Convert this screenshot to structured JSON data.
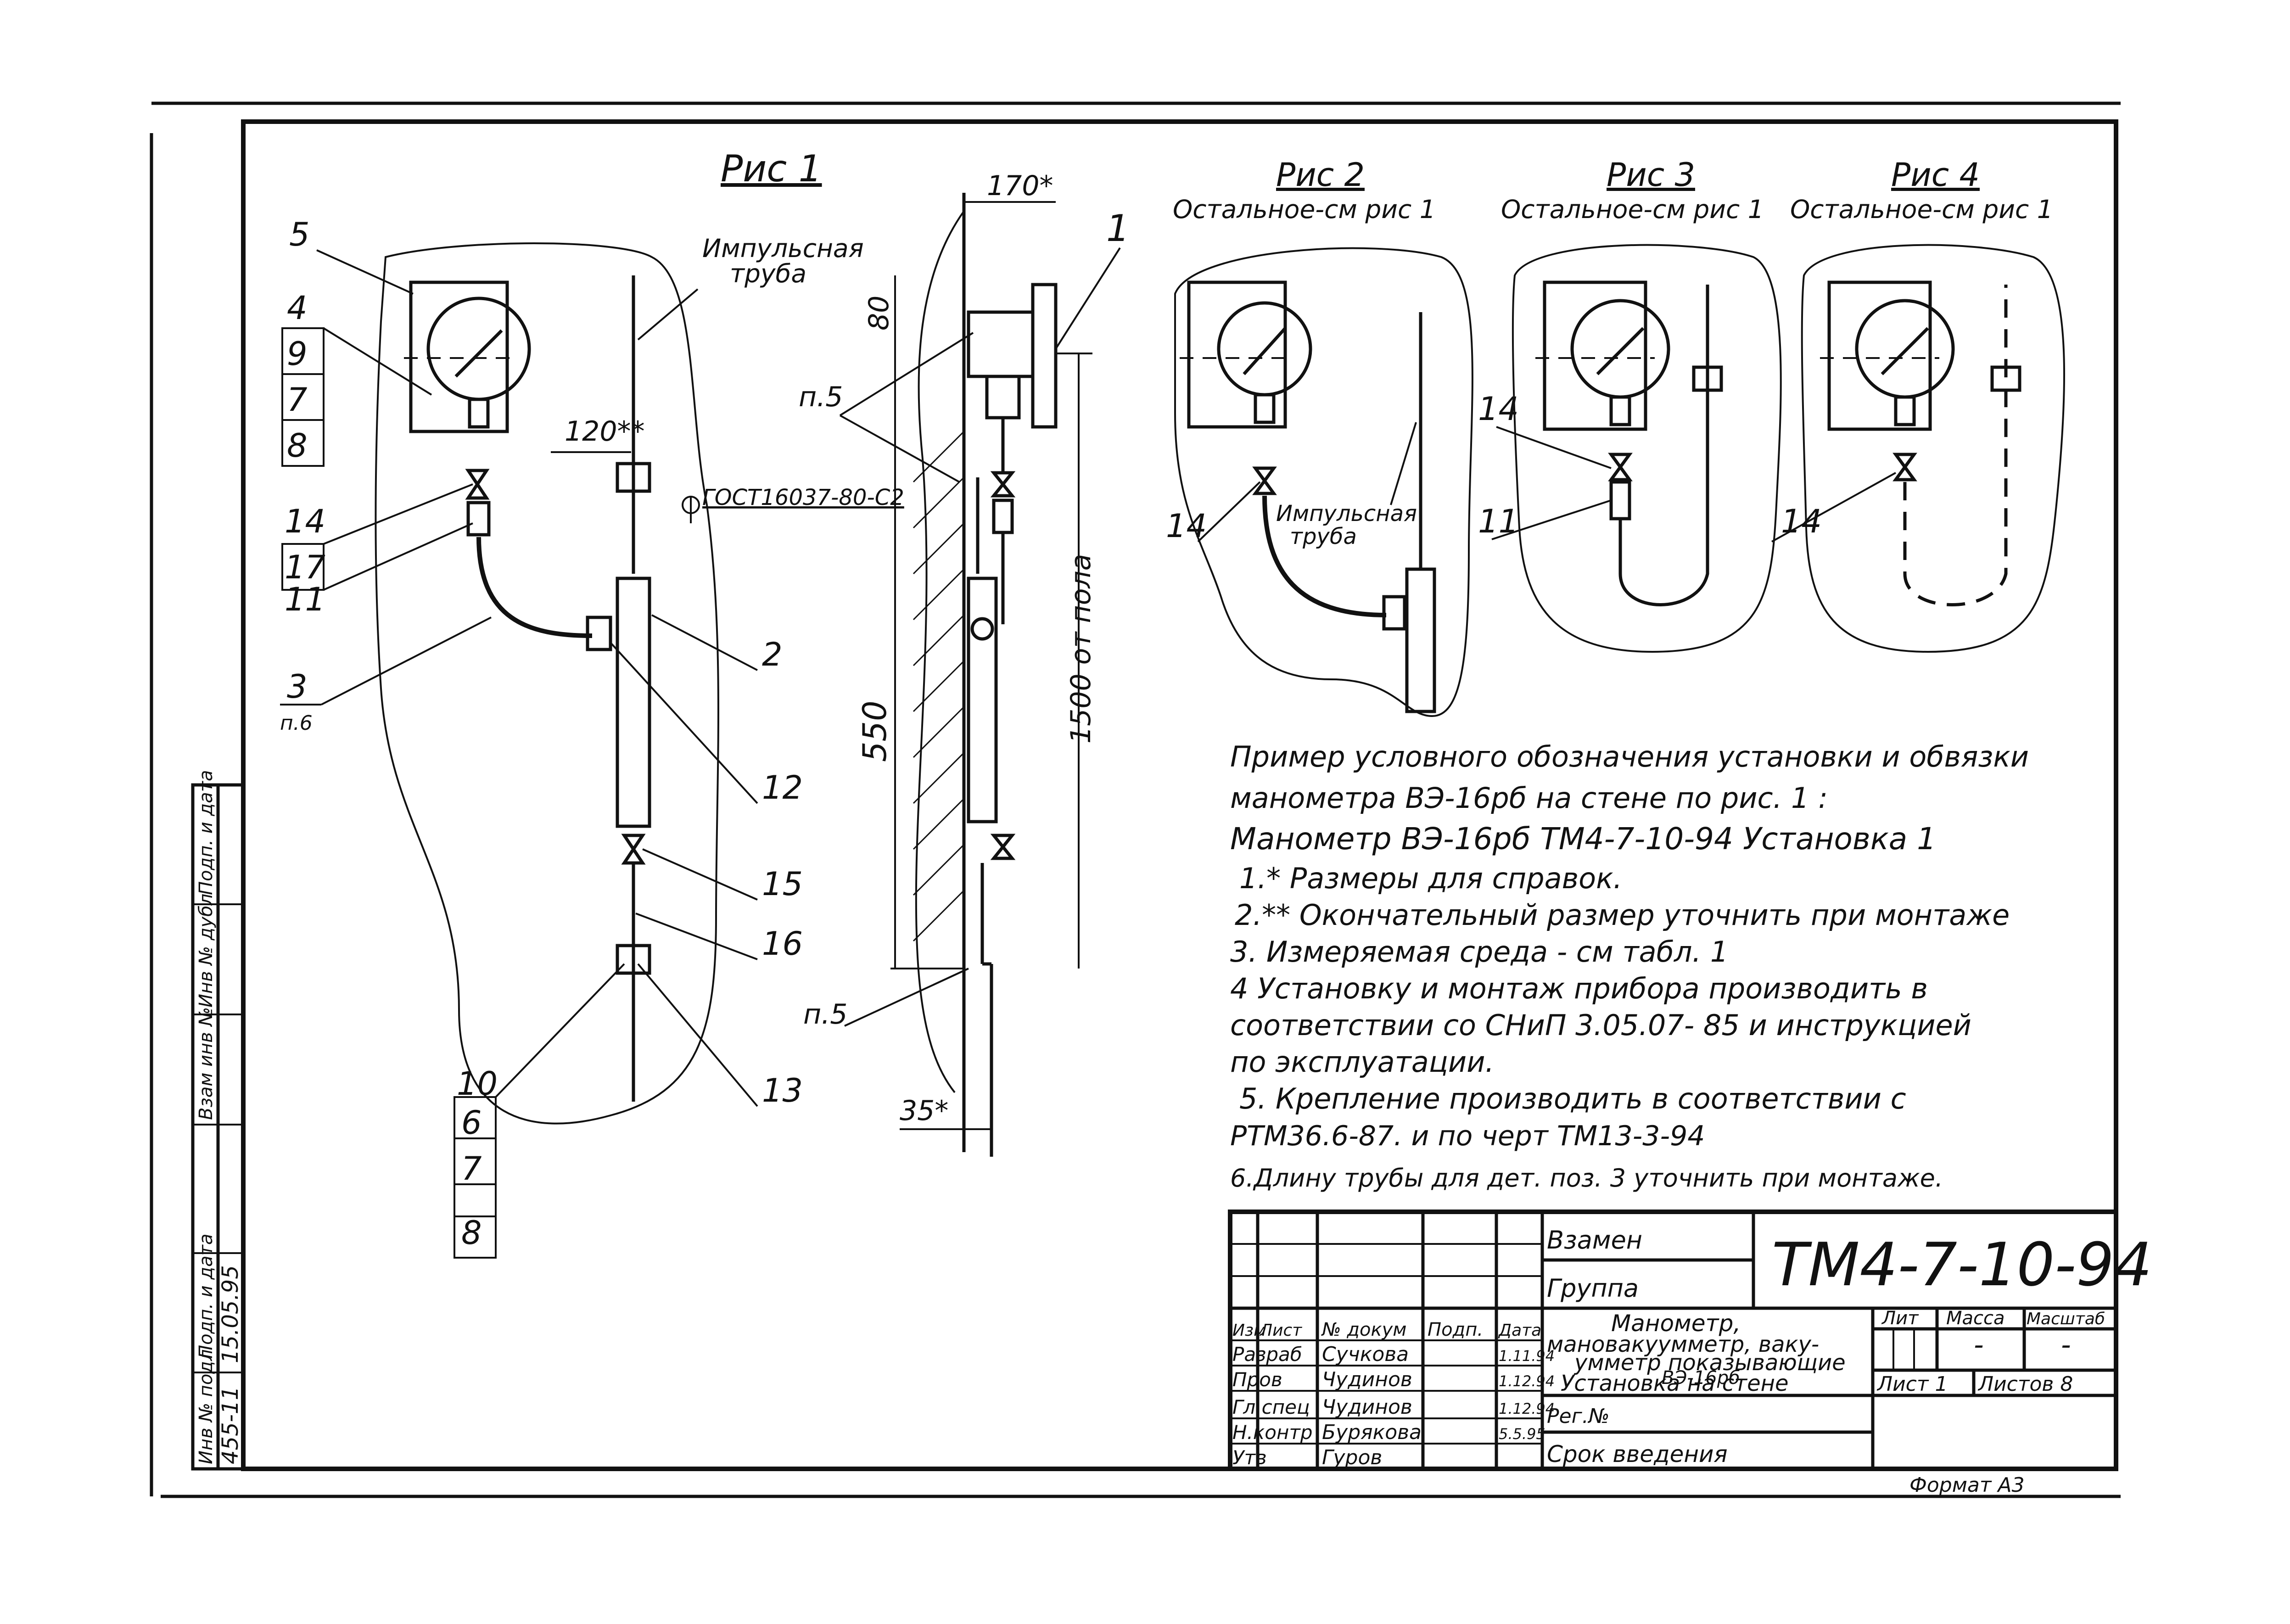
{
  "fig1": {
    "title": "Рис 1",
    "impulse_pipe_l1": "Импульсная",
    "impulse_pipe_l2": "труба",
    "dim_120": "120**",
    "gost": "ГОСТ16037-80-С2",
    "labels": {
      "l5": "5",
      "l4": "4",
      "l9": "9",
      "l7a": "7",
      "l8a": "8",
      "l14": "14",
      "l17": "17",
      "l11": "11",
      "l3": "3",
      "l3sub": "п.6",
      "l2": "2",
      "l12": "12",
      "l15": "15",
      "l16": "16",
      "l13": "13",
      "l10": "10",
      "l6": "6",
      "l7b": "7",
      "l8b": "8"
    }
  },
  "side": {
    "dim_170": "170*",
    "dim_80": "80",
    "dim_550": "550",
    "dim_1500": "1500 от пола",
    "dim_35": "35*",
    "p5a": "п.5",
    "p5b": "п.5",
    "l1": "1"
  },
  "fig2": {
    "title": "Рис 2",
    "subtitle": "Остальное-см рис 1",
    "l14": "14",
    "impulse_l1": "Импульсная",
    "impulse_l2": "труба"
  },
  "fig3": {
    "title": "Рис 3",
    "subtitle": "Остальное-см рис 1",
    "l14": "14",
    "l11": "11"
  },
  "fig4": {
    "title": "Рис 4",
    "subtitle": "Остальное-см рис 1",
    "l14": "14"
  },
  "notes": [
    "Пример условного обозначения установки и обвязки",
    "манометра ВЭ-16рб на стене по рис. 1 :",
    "Манометр ВЭ-16рб ТМ4-7-10-94   Установка 1",
    "1.* Размеры для справок.",
    "2.** Окончательный размер уточнить при монтаже",
    "3. Измеряемая среда - см табл. 1",
    "4 Установку и монтаж прибора производить в",
    "соответствии со СНиП 3.05.07- 85 и инструкцией",
    "по эксплуатации.",
    "5. Крепление производить в соответствии с",
    "РТМ36.6-87. и по черт ТМ13-3-94",
    "6.Длину трубы для дет. поз. 3 уточнить при монтаже."
  ],
  "side_stamp": [
    "Подп. и дата",
    "Инв № дубл",
    "Взам инв №",
    "Подп. и дата",
    "Инв № подл"
  ],
  "side_stamp_values": {
    "date": "15.05.95",
    "inv": "455-11"
  },
  "title_block": {
    "vzamen": "Взамен",
    "gruppa": "Группа",
    "doc_number": "ТМ4-7-10-94",
    "name_l1": "Манометр,",
    "name_l2": "мановакуумметр, ваку-",
    "name_l3": "умметр показывающие",
    "name_l4": "ВЭ-16рб",
    "name_l5": "Установка на стене",
    "col_izm": "Изм",
    "col_list": "Лист",
    "col_doc": "№ докум",
    "col_podp": "Подп.",
    "col_date": "Дата",
    "rows": [
      {
        "role": "Разраб",
        "name": "Сучкова",
        "date": "1.11.94"
      },
      {
        "role": "Пров",
        "name": "Чудинов",
        "date": "1.12.94"
      },
      {
        "role": "Гл.спец",
        "name": "Чудинов",
        "date": "1.12.94"
      },
      {
        "role": "Н.контр",
        "name": "Бурякова",
        "date": "5.5.95"
      },
      {
        "role": "Утв",
        "name": "Гуров",
        "date": ""
      }
    ],
    "lit": "Лит",
    "massa": "Масса",
    "masshtab": "Масштаб",
    "massa_val": "-",
    "masshtab_val": "-",
    "list": "Лист 1",
    "listov": "Листов 8",
    "reg_no": "Рег.№",
    "srok": "Срок введения",
    "format": "Формат А3"
  }
}
